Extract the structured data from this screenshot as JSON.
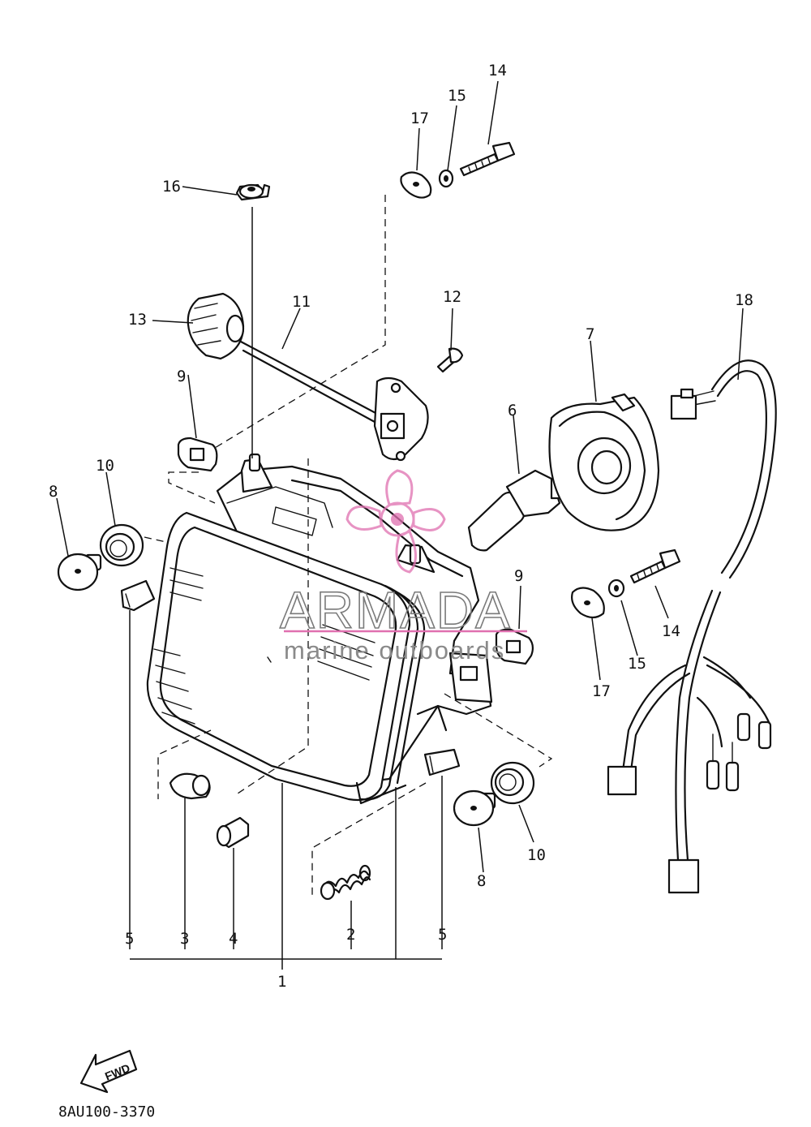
{
  "diagram": {
    "drawing_code": "8AU100-3370",
    "direction_label": "FWD",
    "watermark": {
      "brand": "ARMADA",
      "tagline": "marine outboards",
      "brand_color": "#e070b0"
    },
    "callouts": {
      "c1": "1",
      "c2": "2",
      "c3": "3",
      "c4": "4",
      "c5a": "5",
      "c5b": "5",
      "c6": "6",
      "c7": "7",
      "c8a": "8",
      "c8b": "8",
      "c9a": "9",
      "c9b": "9",
      "c10a": "10",
      "c10b": "10",
      "c11": "11",
      "c12": "12",
      "c13": "13",
      "c14a": "14",
      "c14b": "14",
      "c15a": "15",
      "c15b": "15",
      "c16": "16",
      "c17a": "17",
      "c17b": "17",
      "c18": "18"
    }
  }
}
